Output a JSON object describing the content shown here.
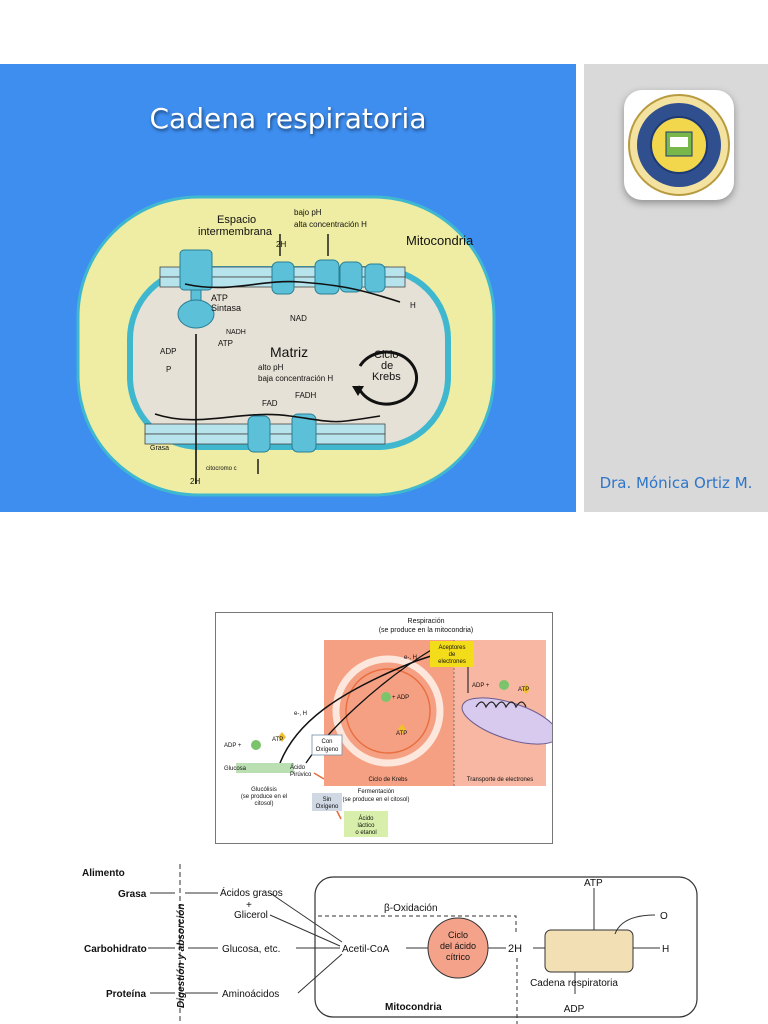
{
  "slide": {
    "title": "Cadena respiratoria",
    "author": "Dra. Mónica Ortiz M.",
    "diagram": {
      "espacio": "Espacio",
      "intermembrana": "intermembrana",
      "bajo_ph": "bajo pH",
      "alta_conc": "alta concentración H",
      "mitocondria": "Mitocondria",
      "atp_sintasa_1": "ATP",
      "atp_sintasa_2": "Sintasa",
      "matriz": "Matriz",
      "alto_ph": "alto pH",
      "baja_conc": "baja concentración H",
      "ciclo_1": "Ciclo",
      "ciclo_2": "de",
      "ciclo_3": "Krebs",
      "adp": "ADP",
      "pi": "P",
      "atp": "ATP",
      "nadh": "NADH",
      "nad": "NAD",
      "h2o": "H",
      "two_h": "2H",
      "fad": "FAD",
      "fadh2": "FADH",
      "citocromo": "citocromo c",
      "grasa": "Grasa"
    }
  },
  "figure1": {
    "resp_1": "Respiración",
    "resp_2": "(se produce en la mitocondria)",
    "aceptores_1": "Aceptores",
    "aceptores_2": "de",
    "aceptores_3": "electrones",
    "eh_top": "e-, H",
    "eh_mid": "e-, H",
    "adp_p": "ADP +",
    "p": "P",
    "atp": "ATP",
    "p_adp": "+ ADP",
    "con_1": "Con",
    "con_2": "Oxígeno",
    "glucosa": "Glucosa",
    "acido_1": "Ácido",
    "acido_2": "Pirúvico",
    "glucolisis_1": "Glucólisis",
    "glucolisis_2": "(se produce en el",
    "glucolisis_3": "citosol)",
    "ciclo_krebs": "Ciclo de Krebs",
    "transporte": "Transporte de electrones",
    "ferment_1": "Fermentación",
    "ferment_2": "(se produce en el citosol)",
    "sin_1": "Sin",
    "sin_2": "Oxígeno",
    "lactico_1": "Ácido",
    "lactico_2": "láctico",
    "lactico_3": "o etanol"
  },
  "figure2": {
    "alimento": "Alimento",
    "grasa": "Grasa",
    "carbohidrato": "Carbohidrato",
    "proteina": "Proteína",
    "digestion": "Digestión y absorción",
    "acidos_grasos": "Ácidos grasos",
    "plus": "+",
    "glicerol": "Glicerol",
    "glucosa": "Glucosa, etc.",
    "aminoacidos": "Aminoácidos",
    "acetil": "Acetil-CoA",
    "beta": "β-Oxidación",
    "ciclo_1": "Ciclo",
    "ciclo_2": "del ácido",
    "ciclo_3": "cítrico",
    "two_h": "2H",
    "atp": "ATP",
    "o2": "O",
    "h2o": "H",
    "cadena": "Cadena respiratoria",
    "adp": "ADP",
    "mitocondria": "Mitocondria"
  },
  "colors": {
    "slide_blue": "#3e8ef0",
    "membrane_yellow": "#efeda3",
    "membrane_teal": "#3fb8cf",
    "matrix_gray": "#e6e1d6",
    "author_blue": "#2e75c9",
    "krebs_salmon": "#f5a083",
    "citric_orange": "#f4a38a"
  }
}
